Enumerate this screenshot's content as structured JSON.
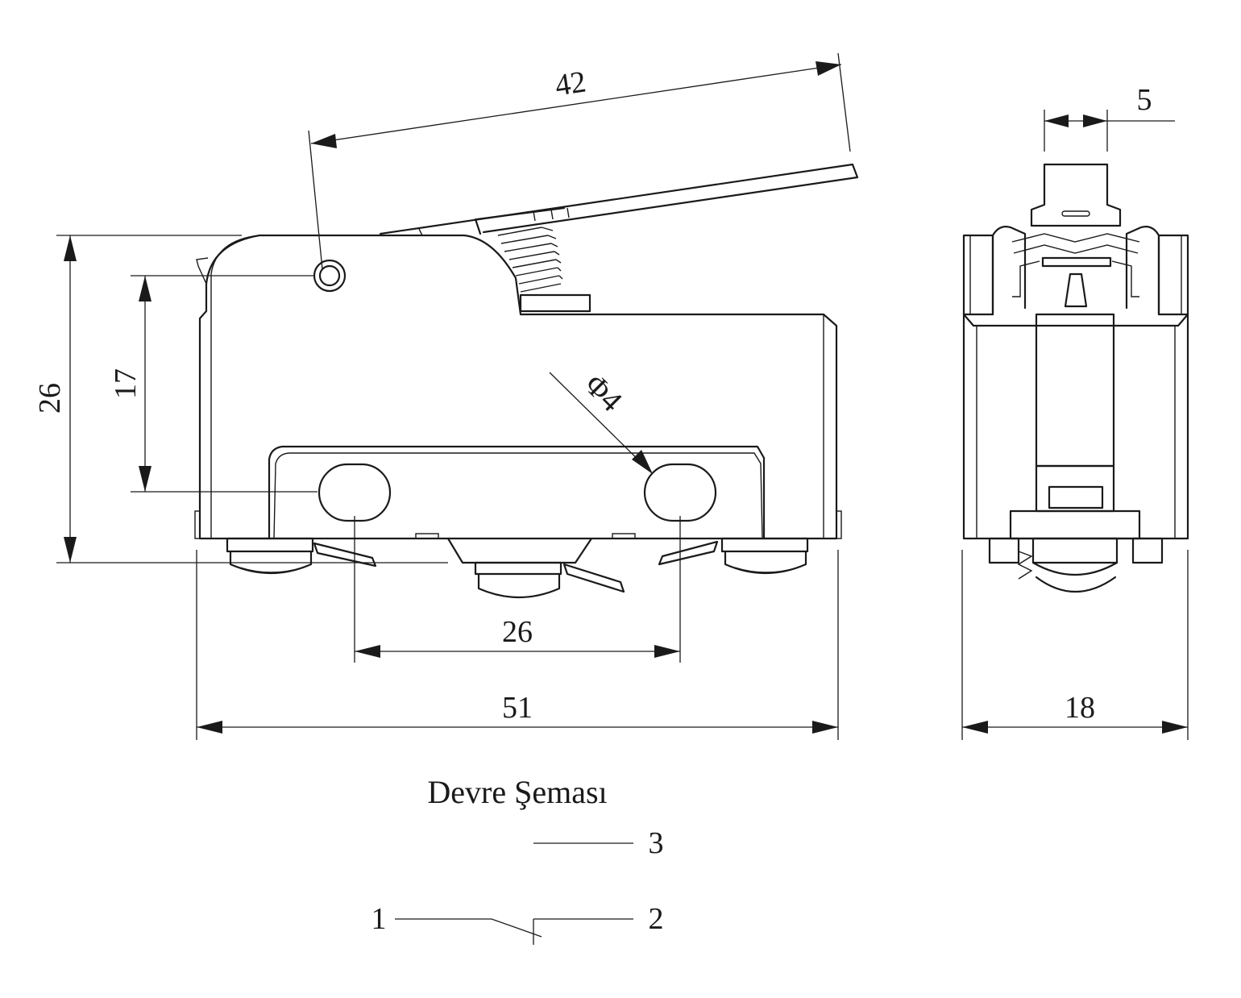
{
  "dimensions": {
    "lever_length": "42",
    "roller_width": "5",
    "overall_height": "26",
    "hole_height": "17",
    "hole_diameter": "Φ4",
    "hole_spacing": "26",
    "overall_length": "51",
    "overall_width": "18"
  },
  "circuit": {
    "title": "Devre Şeması",
    "terminal_nc": "3",
    "terminal_com": "1",
    "terminal_no": "2"
  }
}
